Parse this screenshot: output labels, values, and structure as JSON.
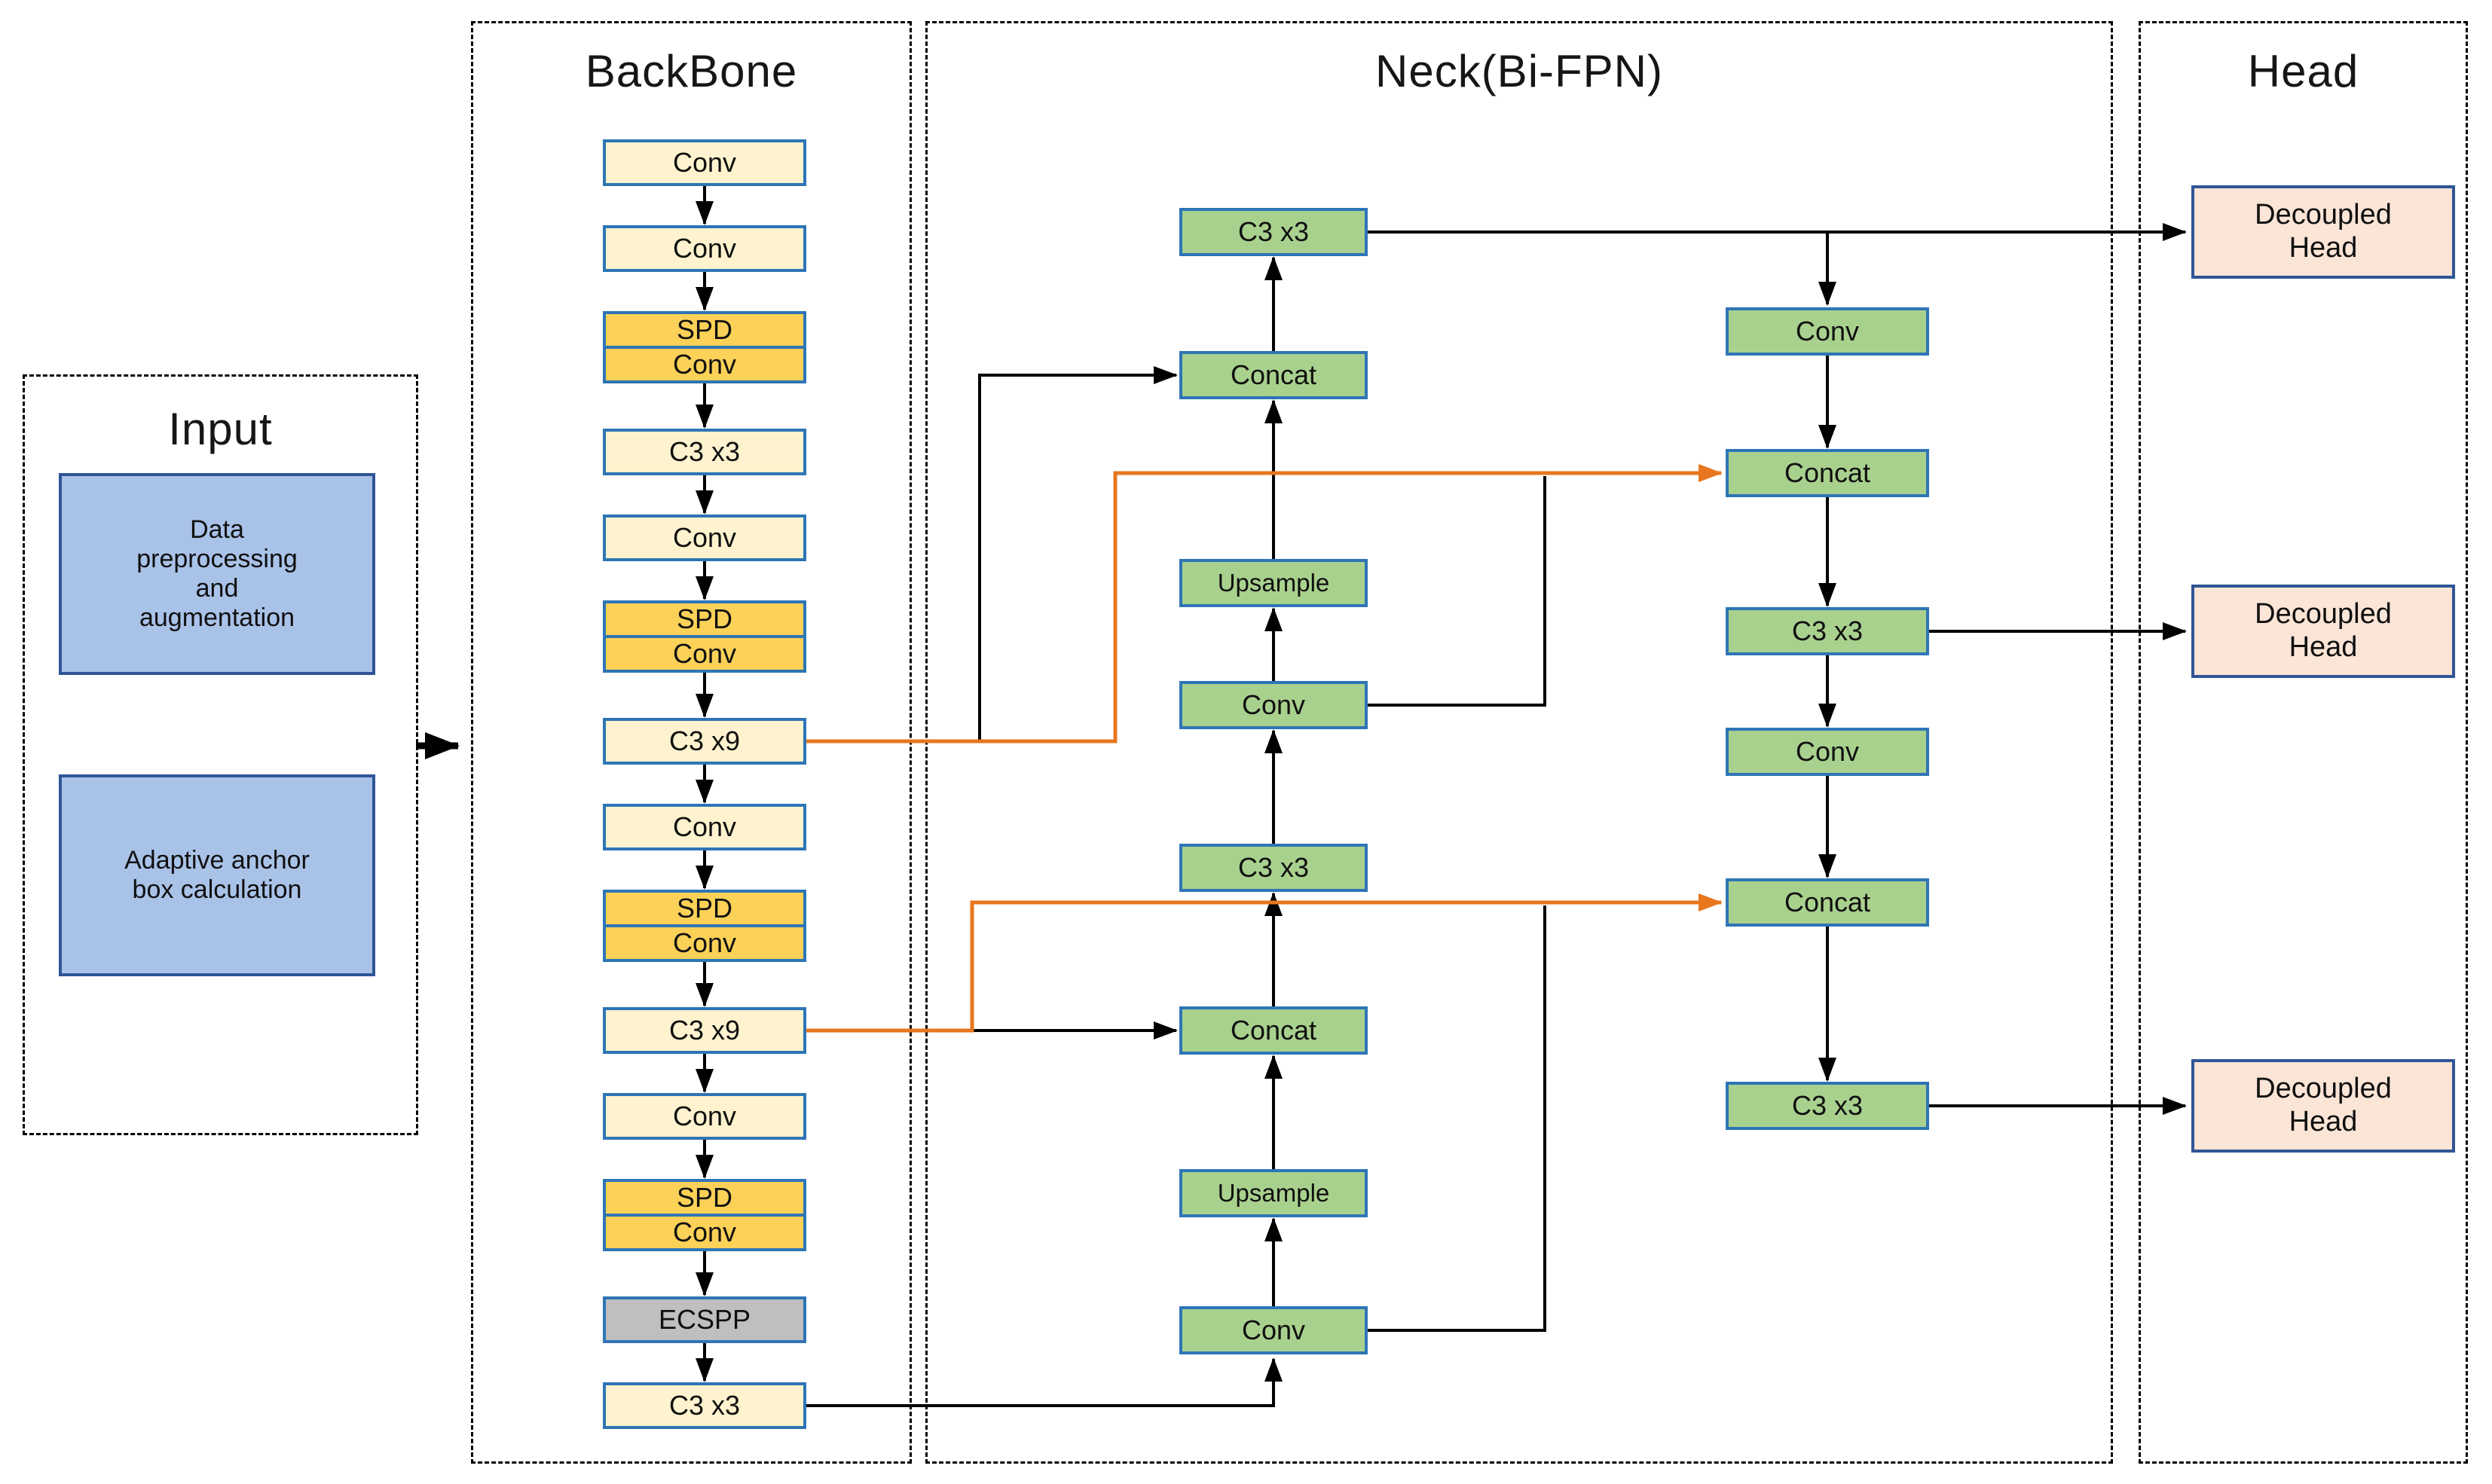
{
  "sections": {
    "input": {
      "title": "Input",
      "boxes": [
        {
          "label": "Data preprocessing and augmentation"
        },
        {
          "label": "Adaptive anchor box calculation"
        }
      ]
    },
    "backbone": {
      "title": "BackBone",
      "nodes": [
        {
          "label": "Conv"
        },
        {
          "label": "Conv"
        },
        {
          "top": "SPD",
          "bottom": "Conv"
        },
        {
          "label": "C3 x3"
        },
        {
          "label": "Conv"
        },
        {
          "top": "SPD",
          "bottom": "Conv"
        },
        {
          "label": "C3 x9"
        },
        {
          "label": "Conv"
        },
        {
          "top": "SPD",
          "bottom": "Conv"
        },
        {
          "label": "C3 x9"
        },
        {
          "label": "Conv"
        },
        {
          "top": "SPD",
          "bottom": "Conv"
        },
        {
          "label": "ECSPP"
        },
        {
          "label": "C3 x3"
        }
      ]
    },
    "neck": {
      "title": "Neck(Bi-FPN)",
      "left_column": [
        {
          "label": "C3 x3"
        },
        {
          "label": "Concat"
        },
        {
          "label": "Upsample"
        },
        {
          "label": "Conv"
        },
        {
          "label": "C3 x3"
        },
        {
          "label": "Concat"
        },
        {
          "label": "Upsample"
        },
        {
          "label": "Conv"
        }
      ],
      "right_column": [
        {
          "label": "Conv"
        },
        {
          "label": "Concat"
        },
        {
          "label": "C3 x3"
        },
        {
          "label": "Conv"
        },
        {
          "label": "Concat"
        },
        {
          "label": "C3 x3"
        }
      ]
    },
    "head": {
      "title": "Head",
      "nodes": [
        {
          "label": "Decoupled Head"
        },
        {
          "label": "Decoupled Head"
        },
        {
          "label": "Decoupled Head"
        }
      ]
    }
  },
  "colors": {
    "conv_fill": "#FEF3CE",
    "spd_fill": "#FBD157",
    "ecspp_fill": "#BFBFBF",
    "neck_fill": "#A9D18E",
    "head_fill": "#FBE5D6",
    "input_fill": "#A9C2E8",
    "box_border": "#2E75B6",
    "dark_border": "#2F5597",
    "skip_line_orange": "#E8761E",
    "line_black": "#000000"
  }
}
